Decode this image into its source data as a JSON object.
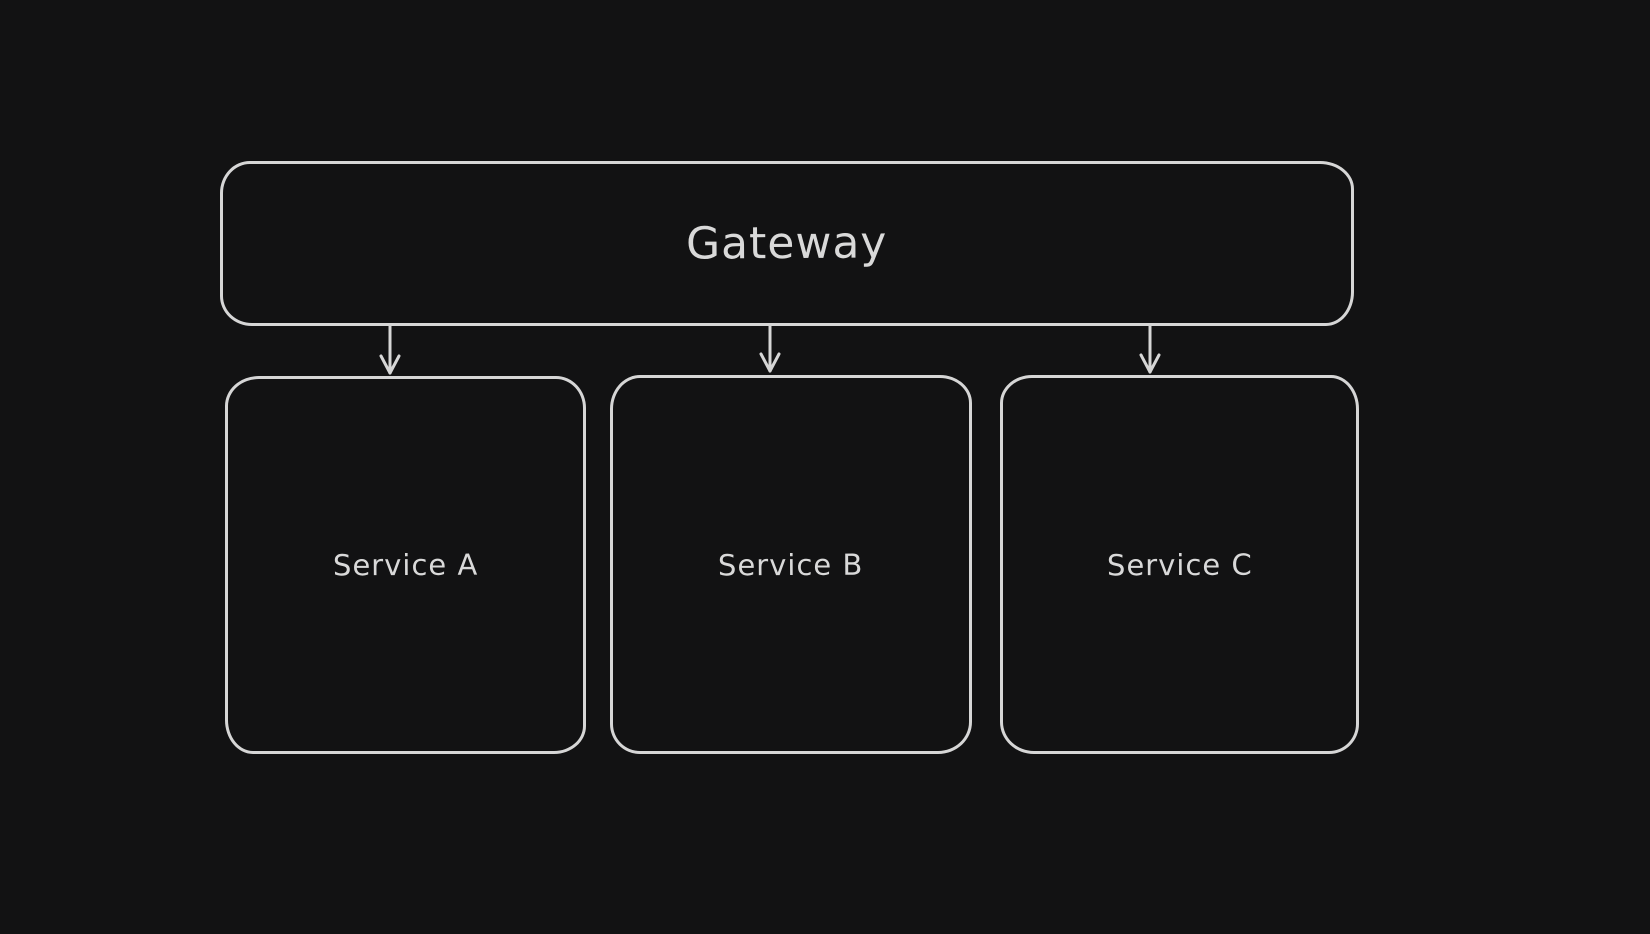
{
  "canvas": {
    "colors": {
      "bg": "#121213",
      "stroke": "#d6d6d6",
      "text": "#d9d9d9"
    }
  },
  "diagram": {
    "type": "flowchart",
    "gateway": {
      "label": "Gateway"
    },
    "services": [
      {
        "id": "service-a",
        "label": "Service A"
      },
      {
        "id": "service-b",
        "label": "Service B"
      },
      {
        "id": "service-c",
        "label": "Service C"
      }
    ],
    "connections": [
      {
        "from": "Gateway",
        "to": "Service A",
        "style": "arrow-down"
      },
      {
        "from": "Gateway",
        "to": "Service B",
        "style": "arrow-down"
      },
      {
        "from": "Gateway",
        "to": "Service C",
        "style": "arrow-down"
      }
    ]
  }
}
